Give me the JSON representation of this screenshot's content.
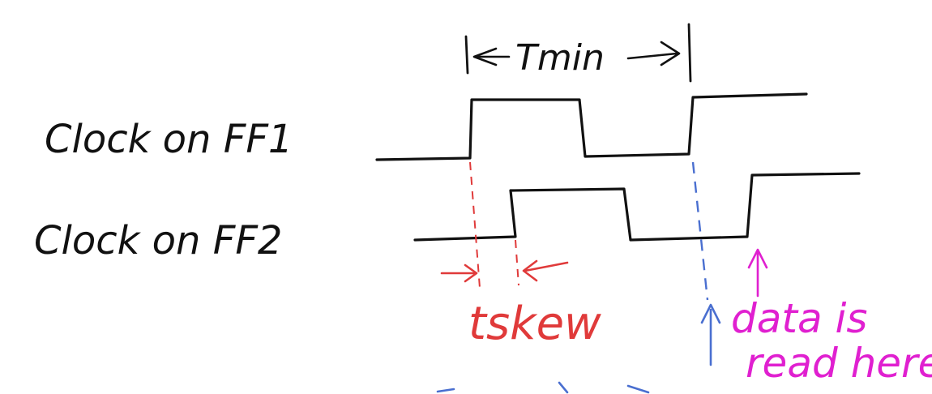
{
  "labels": {
    "clock_ff1": "Clock on FF1",
    "clock_ff2": "Clock on FF2",
    "tmin": "Tmin",
    "tskew": "tskew",
    "data_line1": "data is",
    "data_line2": "read here"
  },
  "colors": {
    "black": "#111111",
    "red": "#e03a3a",
    "blue": "#4a6fd0",
    "magenta": "#e020d0"
  }
}
